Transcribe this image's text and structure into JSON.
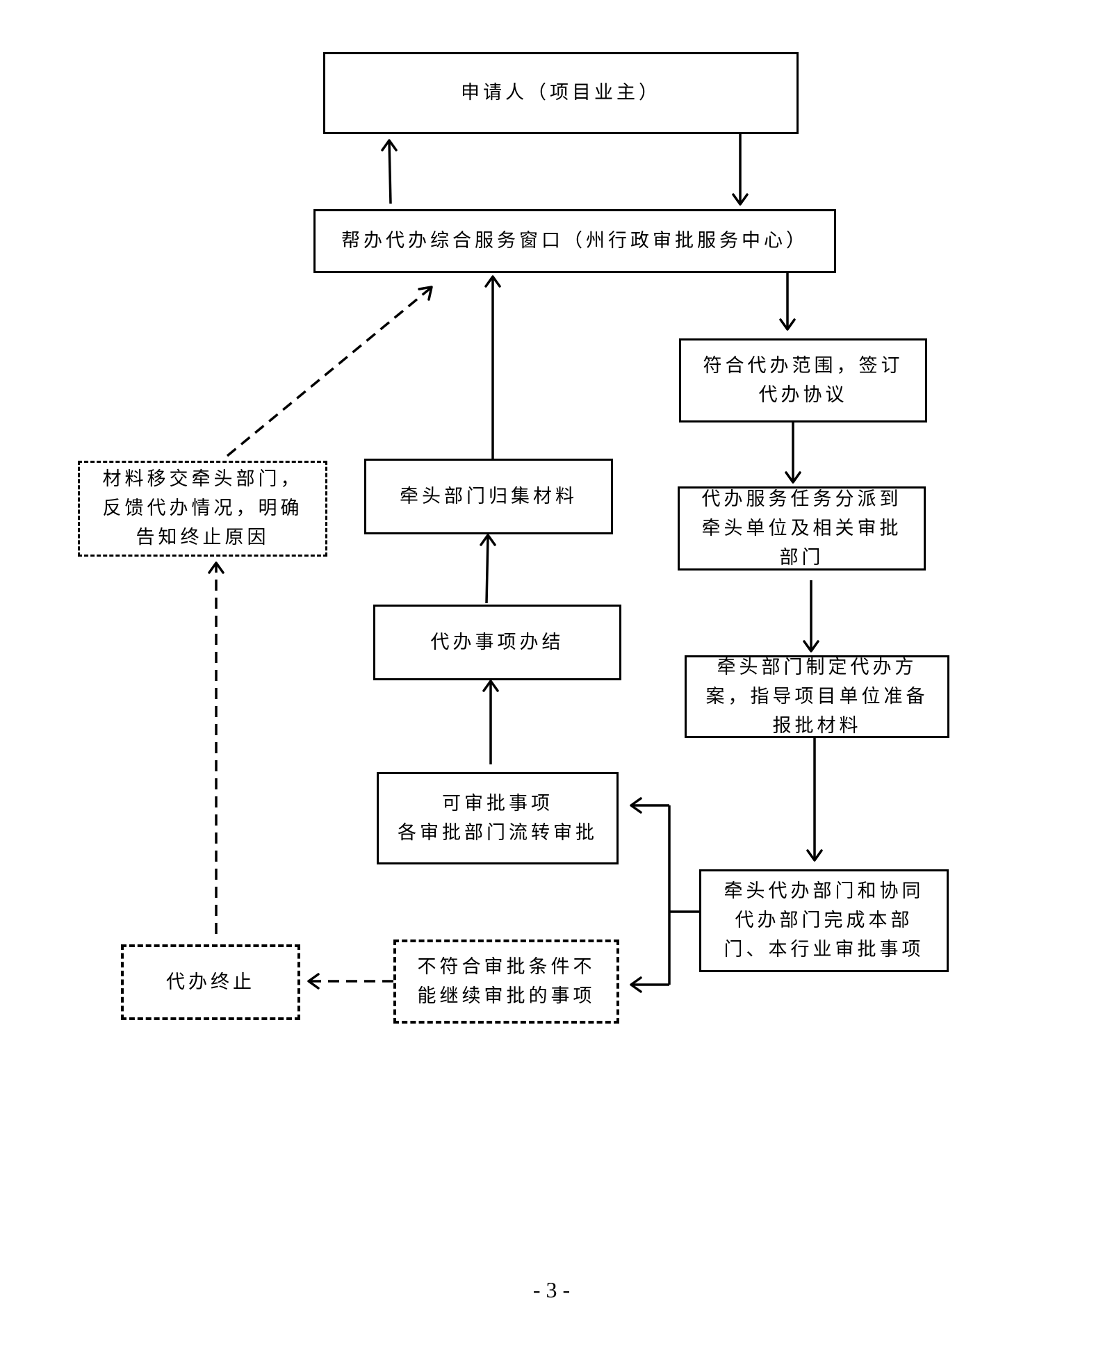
{
  "flowchart": {
    "applicant": "申请人（项目业主）",
    "service_window": "帮办代办综合服务窗口（州行政审批服务中心）",
    "sign_agreement": "符合代办范围，签订代办协议",
    "dispatch_task": "代办服务任务分派到牵头单位及相关审批部门",
    "make_plan": "牵头部门制定代办方案，指导项目单位准备报批材料",
    "complete_items": "牵头代办部门和协同代办部门完成本部门、本行业审批事项",
    "approvable": {
      "line1": "可审批事项",
      "line2": "各审批部门流转审批"
    },
    "not_approvable": "不符合审批条件不能继续审批的事项",
    "terminate": "代办终止",
    "feedback": "材料移交牵头部门，反馈代办情况，明确告知终止原因",
    "completed": "代办事项办结",
    "collect_materials": "牵头部门归集材料"
  },
  "page_number": "- 3 -"
}
